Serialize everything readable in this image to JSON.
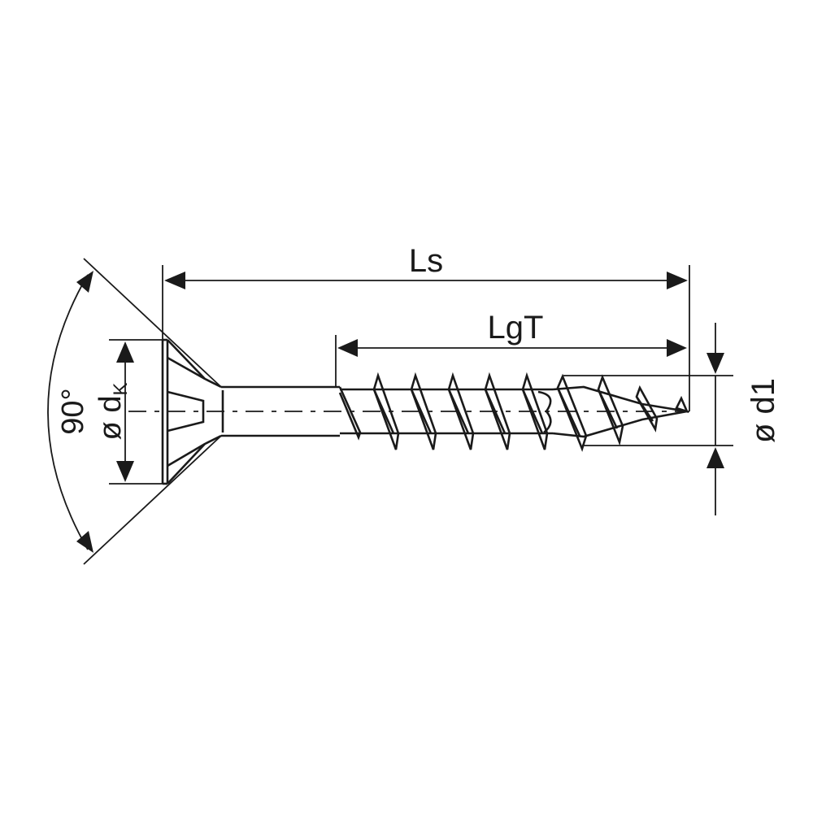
{
  "diagram": {
    "type": "technical-drawing",
    "subject": "countersunk wood screw",
    "labels": {
      "overall_length": "Ls",
      "thread_length": "LgT",
      "thread_diameter": "ø d1",
      "head_diameter_prefix": "ø d",
      "head_diameter_subscript": "K",
      "countersink_angle": "90°"
    },
    "colors": {
      "line": "#1a1a1a",
      "background": "#ffffff"
    }
  }
}
